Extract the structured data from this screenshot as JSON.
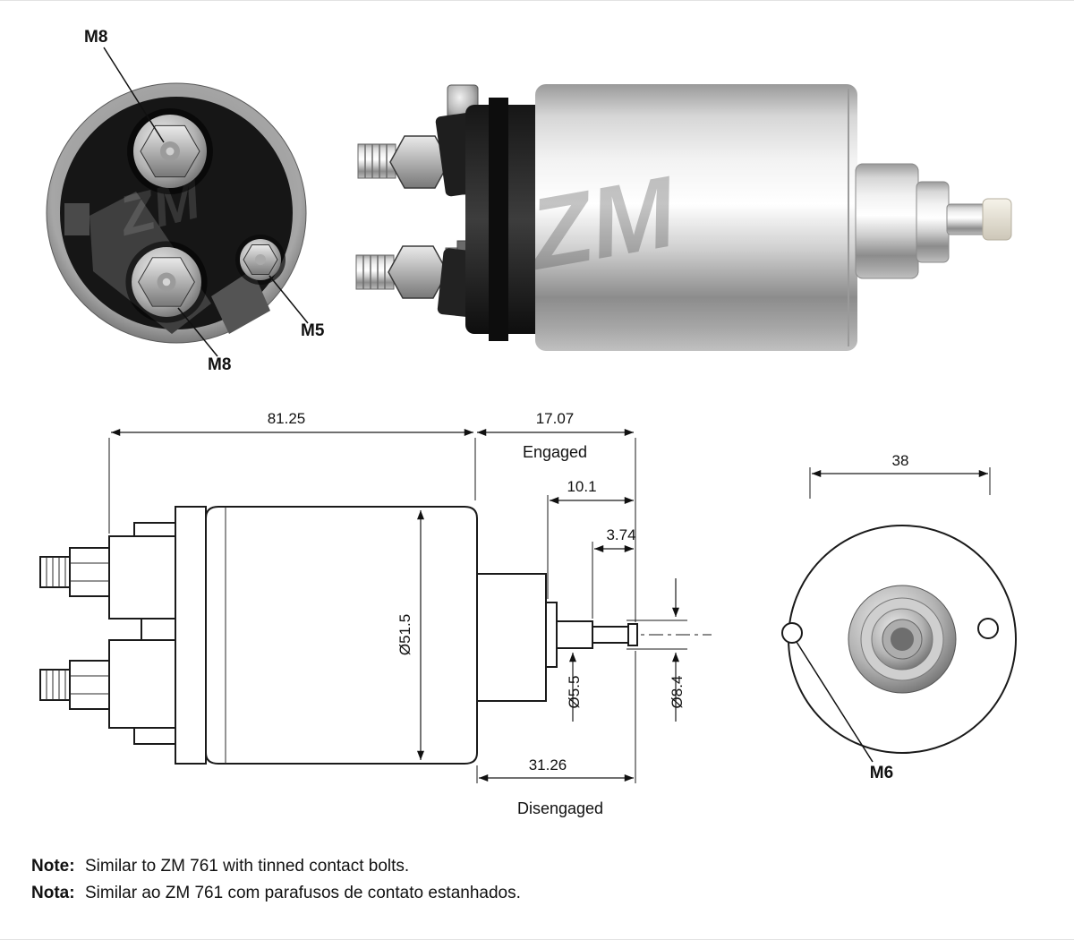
{
  "watermark": "ZM",
  "end_view": {
    "m8_top": "M8",
    "m5": "M5",
    "m8_bottom": "M8"
  },
  "profile": {
    "len_body": "81.25",
    "len_engaged": "17.07",
    "engaged": "Engaged",
    "len_10_1": "10.1",
    "len_3_74": "3.74",
    "dia_body": "Ø51.5",
    "dia_5_5": "Ø5.5",
    "dia_8_4": "Ø8.4",
    "len_disengaged": "31.26",
    "disengaged": "Disengaged"
  },
  "front": {
    "hole_span": "38",
    "thread": "M6"
  },
  "notes": {
    "en_label": "Note:",
    "en_text": "Similar to ZM 761 with tinned contact bolts.",
    "pt_label": "Nota:",
    "pt_text": "Similar ao ZM 761 com parafusos de contato estanhados."
  }
}
